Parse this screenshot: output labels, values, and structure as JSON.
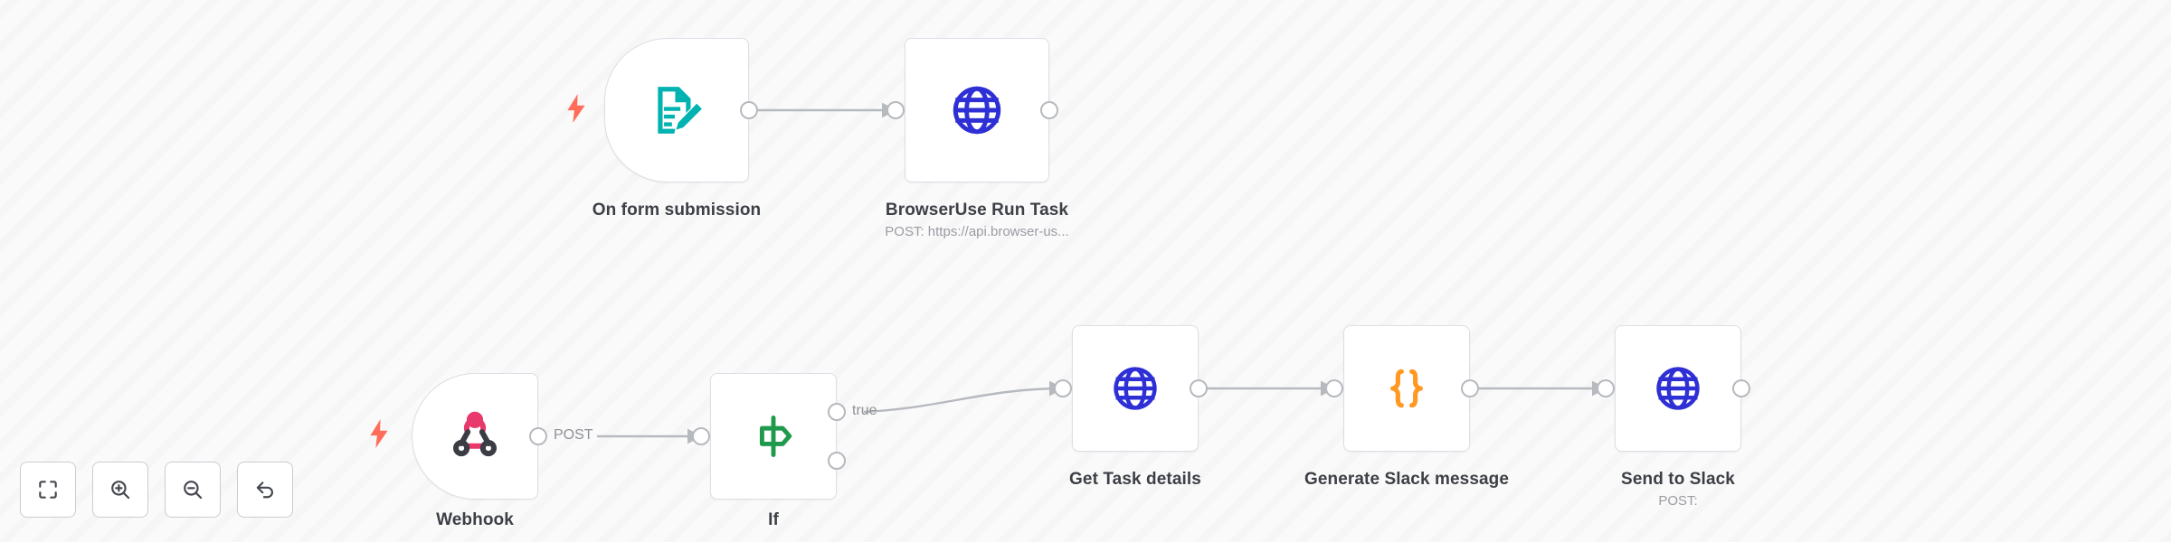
{
  "canvas": {
    "background_color": "#fafafa",
    "stripe_color": "#f2f2f2"
  },
  "colors": {
    "form_trigger": "#00b3b0",
    "http_globe": "#2f2fd6",
    "webhook_pink": "#e8386c",
    "webhook_dark": "#3b3d45",
    "if_green": "#1f9a4d",
    "code_orange": "#ff9922",
    "trigger_bolt": "#ff6d5a",
    "edge": "#b6b9be",
    "node_border": "#dcdfe6",
    "label_text": "#3c3f45",
    "sublabel_text": "#9a9ca3"
  },
  "nodes": [
    {
      "id": "on-form-submission",
      "label": "On form submission",
      "sublabel": "",
      "icon": "form-edit-icon",
      "type": "trigger",
      "has_bolt": true
    },
    {
      "id": "browseruse-run-task",
      "label": "BrowserUse Run Task",
      "sublabel": "POST: https://api.browser-us...",
      "icon": "globe-icon",
      "type": "action",
      "has_bolt": false
    },
    {
      "id": "webhook",
      "label": "Webhook",
      "sublabel": "",
      "icon": "webhook-icon",
      "type": "trigger",
      "has_bolt": true
    },
    {
      "id": "if",
      "label": "If",
      "sublabel": "",
      "icon": "signpost-icon",
      "type": "action",
      "has_bolt": false
    },
    {
      "id": "get-task-details",
      "label": "Get Task details",
      "sublabel": "",
      "icon": "globe-icon",
      "type": "action",
      "has_bolt": false
    },
    {
      "id": "generate-slack-message",
      "label": "Generate Slack message",
      "sublabel": "",
      "icon": "code-braces-icon",
      "type": "action",
      "has_bolt": false
    },
    {
      "id": "send-to-slack",
      "label": "Send to Slack",
      "sublabel": "POST:",
      "icon": "globe-icon",
      "type": "action",
      "has_bolt": false
    }
  ],
  "connections": [
    {
      "from": "on-form-submission",
      "to": "browseruse-run-task",
      "label": ""
    },
    {
      "from": "webhook",
      "to": "if",
      "label": "POST"
    },
    {
      "from": "if",
      "to": "get-task-details",
      "label": "true"
    },
    {
      "from": "get-task-details",
      "to": "generate-slack-message",
      "label": ""
    },
    {
      "from": "generate-slack-message",
      "to": "send-to-slack",
      "label": ""
    }
  ],
  "toolbar": {
    "buttons": [
      {
        "id": "zoom-to-fit",
        "icon": "zoom-to-fit-icon",
        "title": "Zoom to fit"
      },
      {
        "id": "zoom-in",
        "icon": "zoom-in-icon",
        "title": "Zoom in"
      },
      {
        "id": "zoom-out",
        "icon": "zoom-out-icon",
        "title": "Zoom out"
      },
      {
        "id": "reset-zoom",
        "icon": "undo-arrow-icon",
        "title": "Reset zoom"
      }
    ]
  }
}
